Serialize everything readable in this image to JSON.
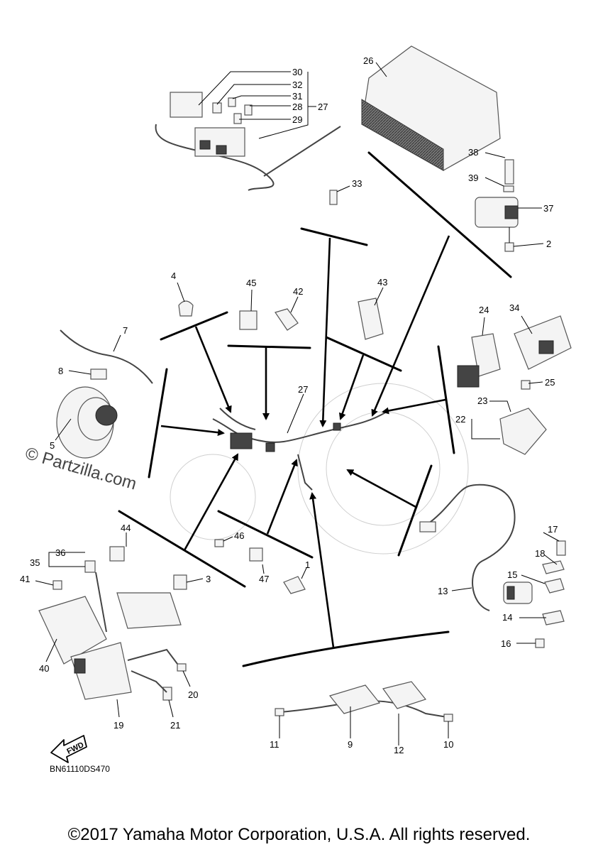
{
  "labels": {
    "p1": "1",
    "p2": "2",
    "p3": "3",
    "p4": "4",
    "p5": "5",
    "p7": "7",
    "p8": "8",
    "p9": "9",
    "p10": "10",
    "p11": "11",
    "p12": "12",
    "p13": "13",
    "p14": "14",
    "p15": "15",
    "p16": "16",
    "p17": "17",
    "p18": "18",
    "p19": "19",
    "p20": "20",
    "p21": "21",
    "p22": "22",
    "p23": "23",
    "p24": "24",
    "p25": "25",
    "p26": "26",
    "p27a": "27",
    "p27b": "27",
    "p28": "28",
    "p29": "29",
    "p30": "30",
    "p31": "31",
    "p32": "32",
    "p33": "33",
    "p34": "34",
    "p35": "35",
    "p36": "36",
    "p37": "37",
    "p38": "38",
    "p39": "39",
    "p40": "40",
    "p41": "41",
    "p42": "42",
    "p43": "43",
    "p44": "44",
    "p45": "45",
    "p46": "46",
    "p47": "47"
  },
  "fwd_label": "FWD",
  "watermark": "© Partzilla.com",
  "drawing_code": "BN61110DS470",
  "copyright": "©2017 Yamaha Motor Corporation, U.S.A. All rights reserved."
}
